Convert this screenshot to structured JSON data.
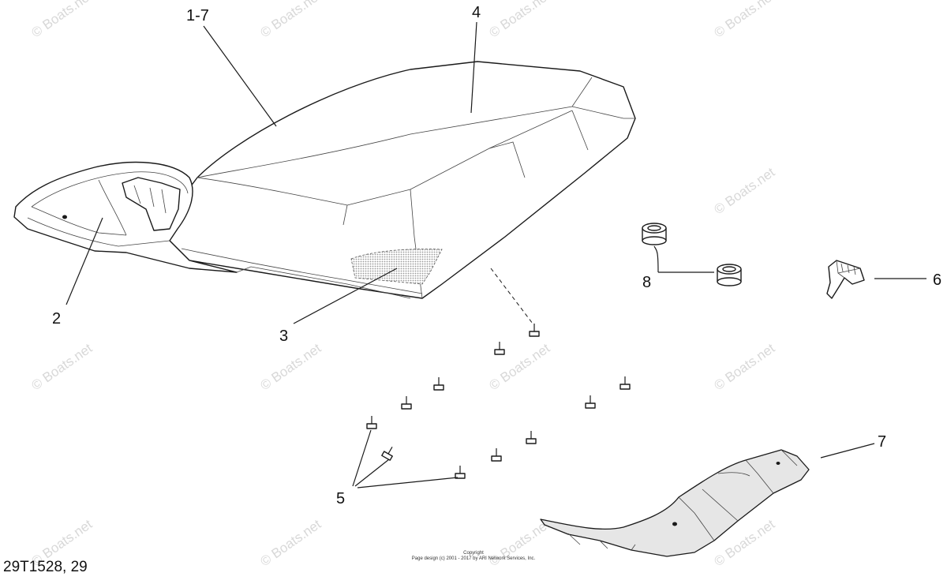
{
  "diagram": {
    "callouts": {
      "c1_7": "1-7",
      "c2": "2",
      "c3": "3",
      "c4": "4",
      "c5": "5",
      "c6": "6",
      "c7": "7",
      "c8": "8"
    },
    "watermark": "© Boats.net",
    "diagram_id": "29T1528, 29",
    "copyright_line1": "Copyright",
    "copyright_line2": "Page design (c) 2001 - 2017 by ARI Network Services, Inc.",
    "colors": {
      "line": "#1a1a1a",
      "watermark": "#d8d8d8",
      "patch": "#bdbdbd",
      "shield": "#e6e6e6"
    }
  }
}
